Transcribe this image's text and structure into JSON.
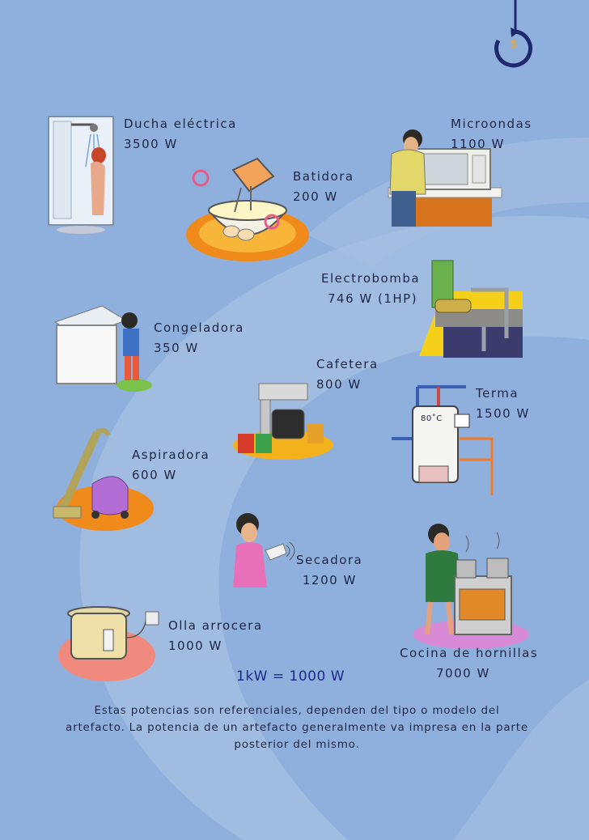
{
  "page": {
    "number": "5"
  },
  "appliances": [
    {
      "name": "Ducha eléctrica",
      "power": "3500 W",
      "icon": "shower-icon"
    },
    {
      "name": "Batidora",
      "power": "200 W",
      "icon": "mixer-icon"
    },
    {
      "name": "Microondas",
      "power": "1100 W",
      "icon": "microwave-icon"
    },
    {
      "name": "Electrobomba",
      "power": "746 W (1HP)",
      "icon": "water-pump-icon"
    },
    {
      "name": "Congeladora",
      "power": "350 W",
      "icon": "freezer-icon"
    },
    {
      "name": "Cafetera",
      "power": "800 W",
      "icon": "coffee-maker-icon"
    },
    {
      "name": "Terma",
      "power": "1500 W",
      "icon": "water-heater-icon",
      "temp_label": "80˚C"
    },
    {
      "name": "Aspiradora",
      "power": "600 W",
      "icon": "vacuum-icon"
    },
    {
      "name": "Secadora",
      "power": "1200 W",
      "icon": "hair-dryer-icon"
    },
    {
      "name": "Olla arrocera",
      "power": "1000 W",
      "icon": "rice-cooker-icon"
    },
    {
      "name": "Cocina de hornillas",
      "power": "7000 W",
      "icon": "stove-icon"
    }
  ],
  "formula": "1kW  = 1000 W",
  "footnote": "Estas potencias son referenciales, dependen del tipo o modelo del artefacto. La potencia de un artefacto generalmente va impresa en la parte posterior del mismo.",
  "colors": {
    "background": "#8fb0dc",
    "swirl": "#a9c3e4",
    "accent": "#e8a63a",
    "text": "#1c2545"
  }
}
